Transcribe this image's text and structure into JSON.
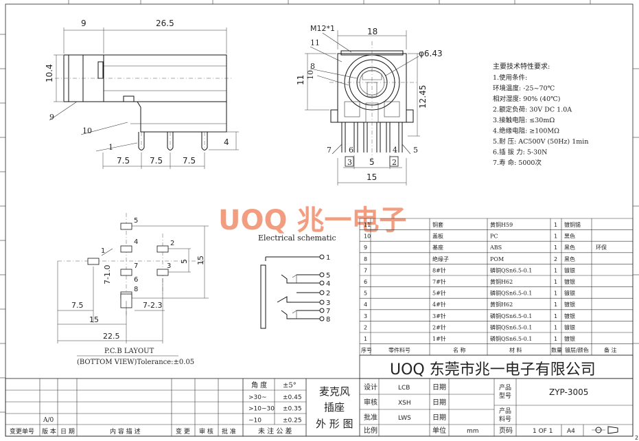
{
  "title_block": {
    "company": "UOQ 东莞市兆一电子有限公司",
    "product_name_lines": [
      "麦克风",
      "插座",
      "外 形 图"
    ],
    "model_label": "产品型号",
    "model": "ZYP-3005",
    "part_no_label": "产品料号",
    "design_label": "设计",
    "design_by": "LCB",
    "check_label": "审核",
    "check_by": "XSH",
    "approve_label": "批准",
    "approve_by": "LWS",
    "date_label": "日期",
    "scale_label": "比例",
    "unit_label": "单位",
    "unit": "mm",
    "page_label": "页码",
    "page": "1 OF 1",
    "sheet_size": "A4"
  },
  "tolerance_table": {
    "header": [
      "角 度",
      "±5°"
    ],
    "rows": [
      [
        ">30~",
        "±0.45"
      ],
      [
        ">10~30",
        "±0.35"
      ],
      [
        "~10",
        "±0.25"
      ]
    ],
    "footer": "未 注 公 差"
  },
  "revision_block": {
    "row_values": [
      "A/0"
    ],
    "columns": [
      "变更单号",
      "版 本",
      "日 期",
      "内 容 描 述",
      "变 更",
      "审 核",
      "批 准"
    ]
  },
  "bom": {
    "columns": [
      "序号",
      "零件料号",
      "名 称",
      "材 料",
      "数量",
      "镀层/颜色",
      "备 注"
    ],
    "rows": [
      {
        "no": "11",
        "name": "铜套",
        "material": "黄铜H59",
        "qty": "1",
        "finish": "镀铜锡",
        "note": ""
      },
      {
        "no": "10",
        "name": "盖板",
        "material": "PC",
        "qty": "1",
        "finish": "黑色",
        "note": ""
      },
      {
        "no": "9",
        "name": "基座",
        "material": "ABS",
        "qty": "1",
        "finish": "黑色",
        "note": "环保"
      },
      {
        "no": "8",
        "name": "绝缘子",
        "material": "POM",
        "qty": "2",
        "finish": "黑色",
        "note": ""
      },
      {
        "no": "7",
        "name": "8#针",
        "material": "磷铜QSn6.5-0.1",
        "qty": "1",
        "finish": "镀银",
        "note": ""
      },
      {
        "no": "6",
        "name": "7#针",
        "material": "黄铜H62",
        "qty": "1",
        "finish": "镀银",
        "note": ""
      },
      {
        "no": "5",
        "name": "5#针",
        "material": "磷铜QSn6.5-0.1",
        "qty": "1",
        "finish": "镀银",
        "note": ""
      },
      {
        "no": "4",
        "name": "4#针",
        "material": "黄铜H62",
        "qty": "1",
        "finish": "镀银",
        "note": ""
      },
      {
        "no": "3",
        "name": "3#针",
        "material": "磷铜QSn6.5-0.1",
        "qty": "1",
        "finish": "镀银",
        "note": ""
      },
      {
        "no": "2",
        "name": "2#针",
        "material": "磷铜QSn6.5-0.1",
        "qty": "1",
        "finish": "镀银",
        "note": ""
      },
      {
        "no": "1",
        "name": "1#针",
        "material": "磷铜QSn6.5-0.1",
        "qty": "1",
        "finish": "镀银",
        "note": ""
      }
    ]
  },
  "spec": {
    "title": "主要技术特性要求:",
    "lines": [
      "1.使用条件:",
      "  环境温度: -25~70℃",
      "  相对湿度: 90% (40℃)",
      "2.额定负荷: 30V DC 1.0A",
      "3.接触电阻: ≤30mΩ",
      "4.绝缘电阻: ≥100MΩ",
      "5.耐  压: AC500V (50Hz) 1min",
      "6.插 拔 力: 5-30N",
      "7.寿   命: 5000次"
    ]
  },
  "watermark": "UOQ 兆一电子",
  "side_view": {
    "dims": [
      "9",
      "26.5",
      "10.4",
      "4",
      "7.5",
      "7.5",
      "7.5"
    ],
    "callouts": [
      "9",
      "10",
      "1"
    ]
  },
  "front_view": {
    "dims": [
      "M12*1",
      "18",
      "φ6.43",
      "11",
      "12.45",
      "15",
      "3",
      "5",
      "2"
    ],
    "callouts": [
      "11",
      "8",
      "10",
      "7",
      "6",
      "4",
      "5"
    ]
  },
  "pcb": {
    "title": "P.C.B LAYOUT",
    "subtitle": "(BOTTOM VIEW)Tolerance:±0.05",
    "dims": [
      "7-1.0",
      "5",
      "15",
      "7.5",
      "7-2.3",
      "15",
      "22.5"
    ],
    "pads": [
      "5",
      "4",
      "2",
      "1",
      "7",
      "3",
      "6",
      "8"
    ]
  },
  "schematic": {
    "title": "Electrical schematic",
    "pins": [
      "1",
      "5",
      "4",
      "2",
      "3",
      "7",
      "8"
    ]
  },
  "border_numbers": [
    "2"
  ]
}
